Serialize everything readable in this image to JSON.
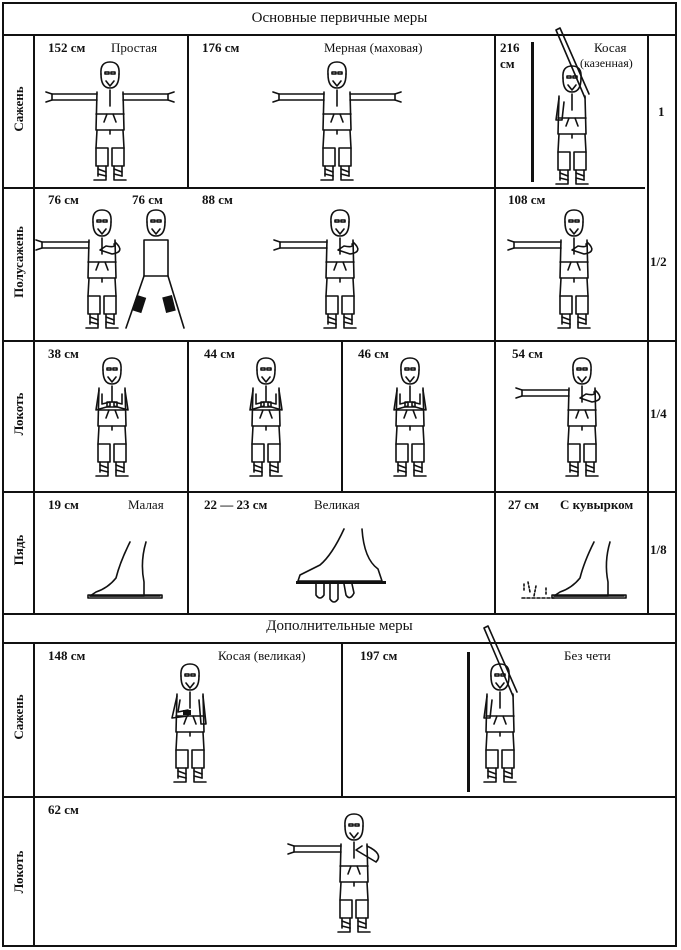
{
  "sections": {
    "main_title": "Основные первичные меры",
    "extra_title": "Дополнительные меры"
  },
  "rows": {
    "sazhen": "Сажень",
    "polusazhen": "Полусажень",
    "lokot": "Локоть",
    "pyad": "Пядь",
    "extra_sazhen": "Сажень",
    "extra_lokot": "Локоть"
  },
  "fractions": {
    "f1": "1",
    "f2": "1/2",
    "f3": "1/4",
    "f4": "1/8"
  },
  "cells": {
    "prostaya": {
      "value": "152 см",
      "name": "Простая"
    },
    "mernaya": {
      "value": "176 см",
      "name": "Мерная (маховая)"
    },
    "kosaya_kaz": {
      "value": "216",
      "unit": "см",
      "name_a": "Косая",
      "name_b": "(казенная)"
    },
    "ps1": {
      "value": "76 см",
      "value2": "76 см"
    },
    "ps2": {
      "value": "88 см"
    },
    "ps3": {
      "value": "108 см"
    },
    "lk1": {
      "value": "38 см"
    },
    "lk2": {
      "value": "44 см"
    },
    "lk3": {
      "value": "46 см"
    },
    "lk4": {
      "value": "54 см"
    },
    "py1": {
      "value": "19 см",
      "name": "Малая"
    },
    "py2": {
      "value": "22 — 23 см",
      "name": "Великая"
    },
    "py3": {
      "value": "27 см",
      "name": "С кувырком"
    },
    "ex1": {
      "value": "148 см",
      "name": "Косая (великая)"
    },
    "ex2": {
      "value": "197 см",
      "name": "Без чети"
    },
    "ex3": {
      "value": "62 см"
    }
  }
}
